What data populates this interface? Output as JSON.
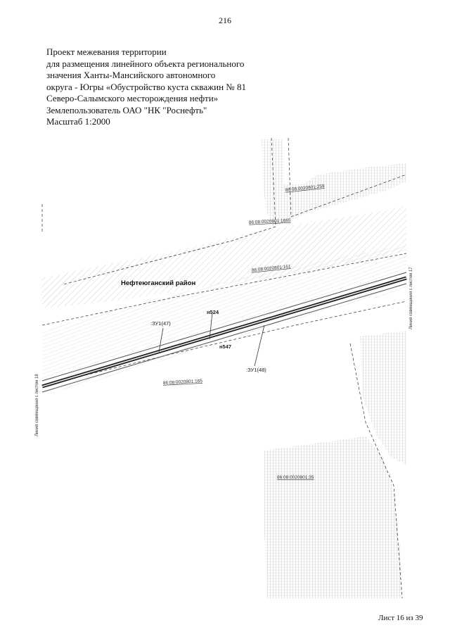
{
  "page_number": "216",
  "title_lines": [
    "Проект межевания территории",
    "для размещения линейного объекта регионального",
    "значения Ханты-Мансийского автономного",
    "округа - Югры «Обустройство куста скважин № 81",
    "Северо-Салымского месторождения нефти»",
    "Землепользователь ОАО \"НК \"Роснефть\"",
    "Масштаб 1:2000"
  ],
  "map": {
    "district_label": "Нефтеюганский район",
    "cadastral_labels": {
      "c1": "86:08:0020801:259",
      "c2": "86:08:0020801:1665",
      "c3": "86:08:0020801:161",
      "c4": "86:08:0020801:165",
      "c5": "86:08:0020801:35"
    },
    "plot_labels": {
      "zu47": ":ЗУ1(47)",
      "zu48": ":ЗУ1(48)"
    },
    "point_labels": {
      "n524": "н524",
      "n547": "н547"
    },
    "match_lines": {
      "left": "Линия совмещения с листом 18",
      "right": "Линия совмещения с листом 17"
    }
  },
  "footer": "Лист 16 из 39"
}
